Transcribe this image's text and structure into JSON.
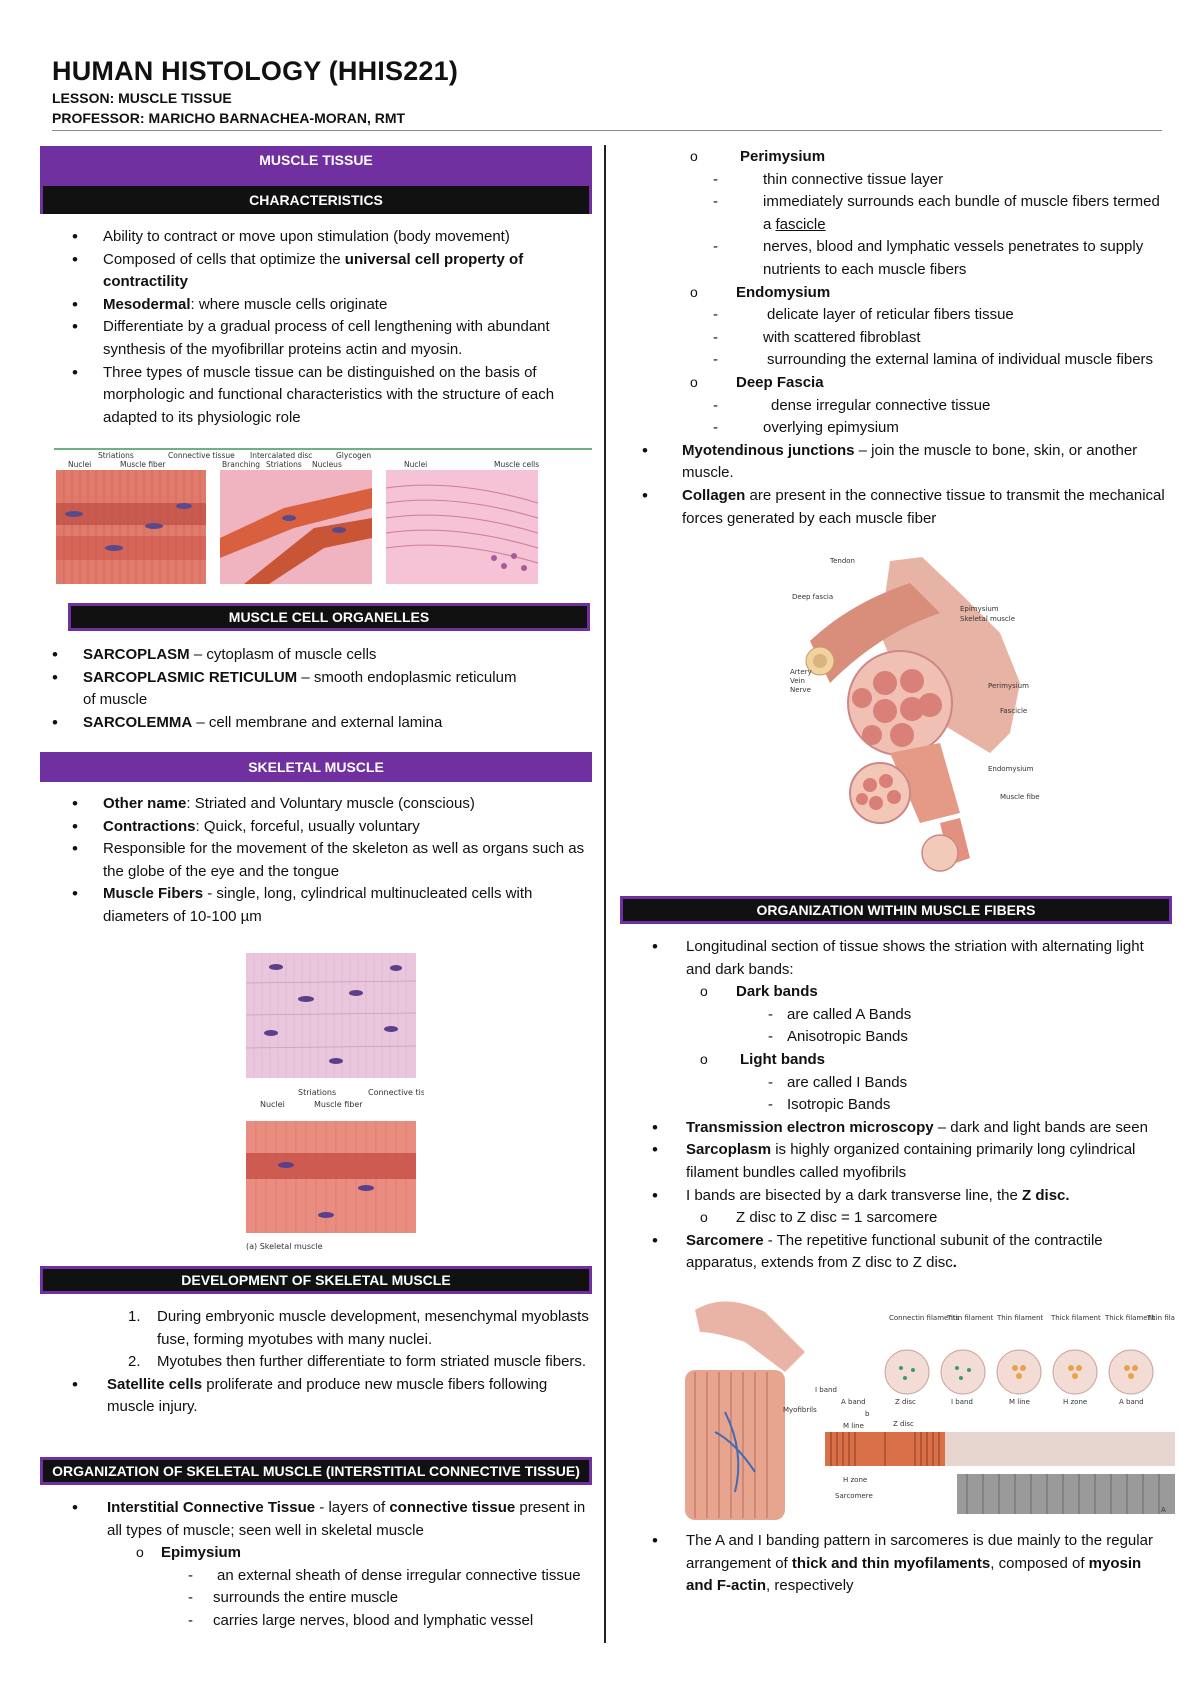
{
  "header": {
    "title": "HUMAN HISTOLOGY (HHIS221)",
    "lesson": "LESSON: MUSCLE TISSUE",
    "professor": "PROFESSOR: MARICHO BARNACHEA-MORAN, RMT"
  },
  "left": {
    "muscle_tissue": "MUSCLE TISSUE",
    "characteristics": "CHARACTERISTICS",
    "char1": "Ability to contract or move upon stimulation (body movement)",
    "char2a": "Composed of cells that optimize the ",
    "char2b": "universal cell property of contractility",
    "char3a": "Mesodermal",
    "char3b": ": where muscle cells originate",
    "char4": "Differentiate by a gradual process of cell lengthening with abundant synthesis of the myofibrillar proteins actin and myosin.",
    "char5": "Three types of muscle tissue can be distinguished on the basis of morphologic and functional characteristics with the structure of each adapted to its physiologic role",
    "fig1": {
      "l1": "Striations",
      "l2": "Connective tissue",
      "l3": "Nuclei",
      "l4": "Muscle fiber",
      "l5": "Intercalated disc",
      "l6": "Glycogen",
      "l7": "Branching",
      "l8": "Striations",
      "l9": "Nucleus",
      "l10": "Nuclei",
      "l11": "Muscle cells"
    },
    "organelles": "MUSCLE CELL ORGANELLES",
    "org1a": "SARCOPLASM",
    "org1b": " – cytoplasm of muscle cells",
    "org2a": "SARCOPLASMIC RETICULUM",
    "org2b": " – smooth endoplasmic reticulum of muscle",
    "org3a": "SARCOLEMMA",
    "org3b": " – cell membrane and external lamina",
    "skeletal": "SKELETAL MUSCLE",
    "sk1a": "Other name",
    "sk1b": ": Striated and Voluntary muscle (conscious)",
    "sk2a": "Contractions",
    "sk2b": ": Quick, forceful, usually voluntary",
    "sk3": "Responsible for the movement of the skeleton as well as organs such as the globe of the eye and the tongue",
    "sk4a": "Muscle Fibers",
    "sk4b": " - single, long, cylindrical multinucleated cells with diameters of 10-100 µm",
    "fig2": {
      "l1": "Striations",
      "l2": "Connective tissue",
      "l3": "Nuclei",
      "l4": "Muscle fiber",
      "cap": "(a) Skeletal muscle"
    },
    "development": "DEVELOPMENT OF SKELETAL MUSCLE",
    "dev1": "During embryonic muscle development, mesenchymal myoblasts fuse, forming myotubes with many nuclei.",
    "dev2": "Myotubes then further differentiate to form striated muscle fibers.",
    "dev3a": "Satellite cells",
    "dev3b": " proliferate and produce new muscle fibers following muscle injury.",
    "organization": "ORGANIZATION OF SKELETAL MUSCLE (INTERSTITIAL CONNECTIVE TISSUE)",
    "ict_a": "Interstitial Connective Tissue",
    "ict_b": " - layers of ",
    "ict_c": "connective tissue",
    "ict_d": " present in all types of muscle; seen well in skeletal muscle",
    "epi": "Epimysium",
    "epi1": "an external sheath of dense irregular connective tissue",
    "epi2": "surrounds the entire muscle",
    "epi3": "carries large nerves, blood and lymphatic vessel"
  },
  "right": {
    "peri": "Perimysium",
    "peri1": "thin connective tissue layer",
    "peri2a": "immediately surrounds each bundle of muscle fibers termed a ",
    "peri2b": "fascicle",
    "peri3": "nerves, blood and lymphatic vessels penetrates to supply nutrients to each muscle fibers",
    "endo": "Endomysium",
    "endo1": "delicate layer of reticular fibers tissue",
    "endo2": "with scattered fibroblast",
    "endo3": "surrounding the external lamina of individual muscle fibers",
    "deep": "Deep Fascia",
    "deep1": "dense irregular connective tissue",
    "deep2": "overlying epimysium",
    "myo_a": "Myotendinous junctions",
    "myo_b": " – join the muscle to bone, skin, or another muscle.",
    "col_a": "Collagen",
    "col_b": " are present in the connective tissue to transmit the mechanical forces generated by each muscle fiber",
    "fig3": {
      "tendon": "Tendon",
      "deep": "Deep fascia",
      "epi": "Epimysium",
      "skel": "Skeletal muscle",
      "artery": "Artery",
      "vein": "Vein",
      "nerve": "Nerve",
      "peri": "Perimysium",
      "fasc": "Fascicle",
      "endo": "Endomysium",
      "fibe": "Muscle fibe"
    },
    "org_within": "ORGANIZATION WITHIN MUSCLE FIBERS",
    "ow1": "Longitudinal section of tissue shows the striation with alternating light and dark bands:",
    "dark": "Dark bands",
    "dark1": "are called A Bands",
    "dark2": "Anisotropic Bands",
    "light": "Light bands",
    "light1": "are called I Bands",
    "light2": "Isotropic Bands",
    "tem_a": "Transmission electron microscopy",
    "tem_b": " – dark and light bands are seen",
    "sarco_a": "Sarcoplasm",
    "sarco_b": " is highly organized containing primarily long cylindrical filament bundles called myofibrils",
    "iband_a": "I bands are bisected by a dark transverse line, the ",
    "iband_b": "Z disc.",
    "zdisc": "Z disc to Z disc = 1 sarcomere",
    "sarcm_a": "Sarcomere",
    "sarcm_b": " - The repetitive functional subunit of the contractile apparatus, extends from Z disc to Z disc",
    "sarcm_c": ".",
    "fig4": {
      "c1": "Connectin filaments",
      "c2": "Titin filament",
      "c3": "Thin filament",
      "c4": "Thick filament",
      "c5": "Thick filament",
      "c6": "Thin filament",
      "zd": "Z disc",
      "ib": "I band",
      "ml": "M line",
      "hz": "H zone",
      "ab": "A band",
      "iband": "I band",
      "aband": "A band",
      "myof": "Myofibrils",
      "mline": "M line",
      "zdisc2": "Z disc",
      "hzone": "H zone",
      "sarc": "Sarcomere",
      "b": "b",
      "a": "A"
    },
    "last_a": "The A and I banding pattern in sarcomeres is due mainly to the regular arrangement of ",
    "last_b": "thick and thin myofilaments",
    "last_c": ", composed of ",
    "last_d": "myosin and F-actin",
    "last_e": ", respectively"
  }
}
